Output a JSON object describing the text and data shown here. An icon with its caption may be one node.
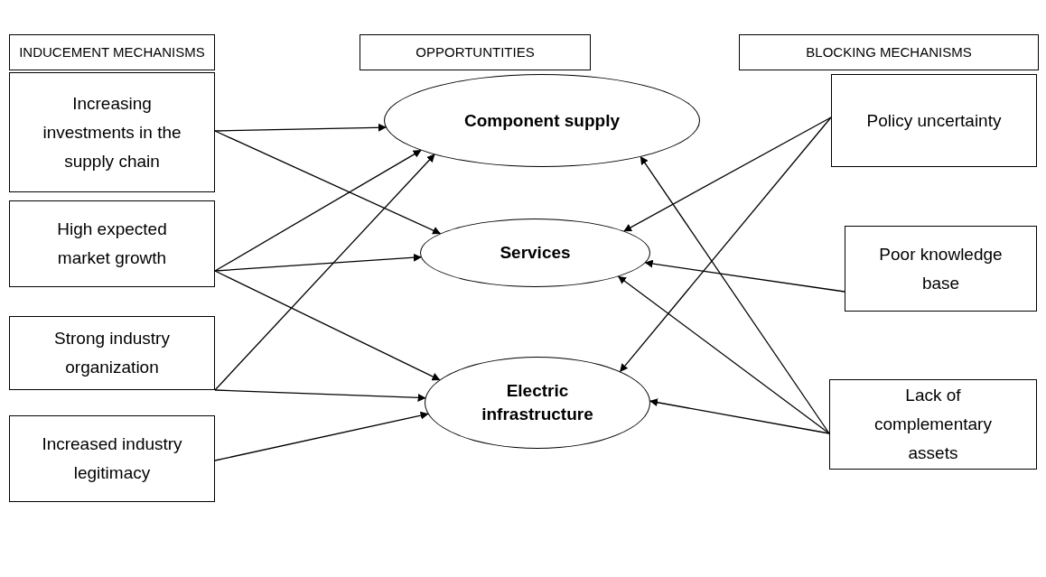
{
  "diagram": {
    "nodes": [
      {
        "text": [
          "INDUCEMENT MECHANISMS"
        ]
      },
      {
        "text": [
          "OPPORTUNTITIES"
        ]
      },
      {
        "text": [
          "BLOCKING MECHANISMS"
        ]
      },
      {
        "text": [
          "Increasing investments in the supply chain"
        ]
      },
      {
        "text": [
          "High expected market growth"
        ]
      },
      {
        "text": [
          "Strong industry organization"
        ]
      },
      {
        "text": [
          "Increased industry legitimacy"
        ]
      },
      {
        "text": [
          "Component supply"
        ]
      },
      {
        "text": [
          "Services"
        ]
      },
      {
        "text": [
          "Electric infrastructure"
        ]
      },
      {
        "text": [
          "Policy uncertainty"
        ]
      },
      {
        "text": [
          "Poor knowledge base"
        ]
      },
      {
        "text": [
          "Lack of complementary assets"
        ]
      }
    ],
    "edges": [
      {
        "from": 3,
        "to": 7,
        "arrow": "to"
      },
      {
        "from": 3,
        "to": 8,
        "arrow": "to"
      },
      {
        "from": 4,
        "to": 7,
        "arrow": "to"
      },
      {
        "from": 4,
        "to": 8,
        "arrow": "to"
      },
      {
        "from": 4,
        "to": 9,
        "arrow": "to"
      },
      {
        "from": 5,
        "to": 7,
        "arrow": "to"
      },
      {
        "from": 5,
        "to": 9,
        "arrow": "to"
      },
      {
        "from": 6,
        "to": 9,
        "arrow": "to"
      },
      {
        "from": 10,
        "to": 8,
        "arrow": "to"
      },
      {
        "from": 10,
        "to": 9,
        "arrow": "to"
      },
      {
        "from": 11,
        "to": 8,
        "arrow": "to"
      },
      {
        "from": 12,
        "to": 7,
        "arrow": "to"
      },
      {
        "from": 12,
        "to": 8,
        "arrow": "to"
      },
      {
        "from": 12,
        "to": 9,
        "arrow": "to"
      }
    ]
  }
}
